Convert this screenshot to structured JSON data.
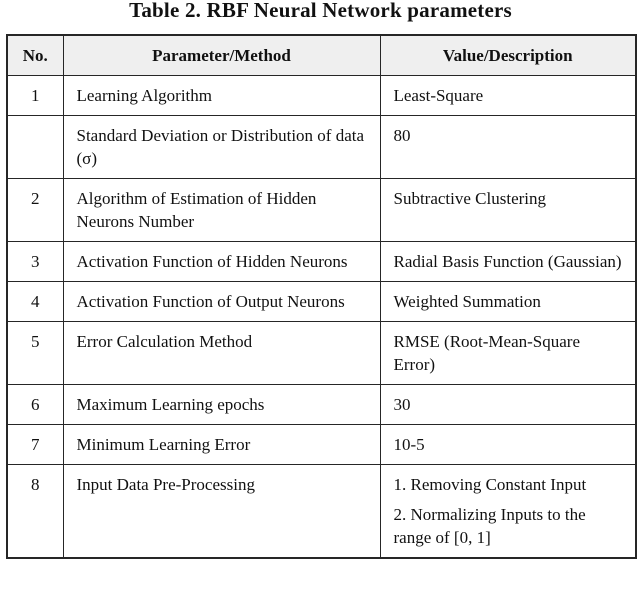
{
  "caption": "Table 2. RBF Neural Network parameters",
  "colors": {
    "header_bg": "#efefef",
    "border": "#262626",
    "text": "#111111",
    "page_bg": "#ffffff"
  },
  "table": {
    "headers": [
      "No.",
      "Parameter/Method",
      "Value/Description"
    ],
    "rows": [
      {
        "no": "1",
        "parameter": "Learning Algorithm",
        "value": [
          "Least-Square"
        ]
      },
      {
        "no": "",
        "parameter": "Standard Deviation or Distribution of data (σ)",
        "value": [
          "80"
        ]
      },
      {
        "no": "2",
        "parameter": "Algorithm of Estimation of Hidden Neurons Number",
        "value": [
          "Subtractive Clustering"
        ]
      },
      {
        "no": "3",
        "parameter": "Activation Function of Hidden Neurons",
        "value": [
          "Radial Basis Function (Gaussian)"
        ]
      },
      {
        "no": "4",
        "parameter": "Activation Function of Output Neurons",
        "value": [
          "Weighted Summation"
        ]
      },
      {
        "no": "5",
        "parameter": "Error Calculation Method",
        "value": [
          "RMSE (Root-Mean-Square Error)"
        ]
      },
      {
        "no": "6",
        "parameter": "Maximum Learning epochs",
        "value": [
          "30"
        ]
      },
      {
        "no": "7",
        "parameter": "Minimum Learning Error",
        "value": [
          "10-5"
        ]
      },
      {
        "no": "8",
        "parameter": "Input Data Pre-Processing",
        "value": [
          "1. Removing Constant Input",
          "2. Normalizing Inputs to the range of [0, 1]"
        ]
      }
    ]
  }
}
